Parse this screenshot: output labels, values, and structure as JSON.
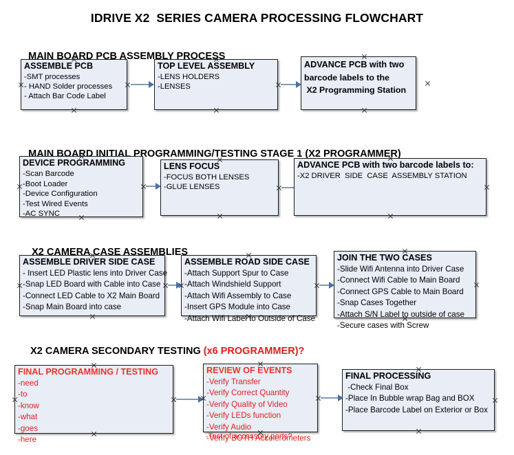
{
  "document": {
    "title": "IDRIVE X2  SERIES CAMERA PROCESSING FLOWCHART"
  },
  "colors": {
    "box_fill": "#e8edf6",
    "box_border": "#1b1b1b",
    "arrow": "#4a6fa8",
    "accent_red": "#d81f20",
    "text": "#000000"
  },
  "sections": [
    {
      "heading": "MAIN BOARD PCB ASSEMBLY PROCESS",
      "heading_accent": "",
      "boxes": [
        {
          "title": "ASSEMBLE PCB",
          "lines": [
            "-SMT processes",
            "- HAND Solder processes",
            "- Attach Bar Code Label"
          ]
        },
        {
          "title": "TOP LEVEL ASSEMBLY",
          "lines": [
            "-LENS HOLDERS",
            "-LENSES"
          ]
        },
        {
          "title": "ADVANCE PCB with two",
          "lines": [
            "barcode labels to the",
            " X2 Programming Station"
          ]
        }
      ]
    },
    {
      "heading": "MAIN BOARD INITIAL PROGRAMMING/TESTING STAGE 1 (X2 PROGRAMMER)",
      "heading_accent": "",
      "boxes": [
        {
          "title": "DEVICE PROGRAMMING",
          "lines": [
            "-Scan Barcode",
            "-Boot Loader",
            "-Device Configuration",
            "-Test Wired Events",
            "-AC SYNC"
          ]
        },
        {
          "title": "LENS FOCUS",
          "lines": [
            "-FOCUS BOTH LENSES",
            "-GLUE LENSES"
          ]
        },
        {
          "title": "ADVANCE PCB with two barcode labels to:",
          "lines": [
            "-X2 DRIVER  SIDE  CASE  ASSEMBLY STATION"
          ]
        }
      ]
    },
    {
      "heading": "X2 CAMERA CASE ASSEMBLIES",
      "heading_accent": "",
      "boxes": [
        {
          "title": "ASSEMBLE DRIVER SIDE CASE",
          "lines": [
            "- Insert LED Plastic lens into Driver Case",
            "-Snap LED Board with Cable into Case",
            "-Connect LED Cable to X2 Main Board",
            "-Snap Main Board into case"
          ]
        },
        {
          "title": "ASSEMBLE ROAD SIDE CASE",
          "lines": [
            "-Attach Support Spur to Case",
            "-Attach Windshield Support",
            "-Attach Wifi Assembly to Case",
            "-Insert GPS Module into Case",
            "-Attach Wifi Label to Outside of Case"
          ]
        },
        {
          "title": "JOIN THE TWO CASES",
          "lines": [
            "-Slide Wifi Antenna into Driver Case",
            "-Connect Wifi Cable to Main Board",
            "-Connect GPS Cable to Main Board",
            "-Snap Cases Together",
            "-Attach S/N Label to outside of case",
            "-Secure cases with Screw"
          ]
        }
      ]
    },
    {
      "heading": "X2 CAMERA SECONDARY TESTING ",
      "heading_accent": "(x6 PROGRAMMER)?",
      "boxes": [
        {
          "title": "FINAL PROGRAMMING / TESTING",
          "lines": [
            "-need",
            "-to",
            "-know",
            "-what",
            "-goes",
            "-here"
          ]
        },
        {
          "title": "REVIEW OF EVENTS",
          "lines": [
            "-Verify Transfer",
            "-Verify Correct Quantity",
            "-Verify Quality of Video",
            "-Verify LEDs function",
            "-Verify Audio",
            "-Verify BOTH Accelerometers"
          ],
          "overflow_line": "-Test of accessory ports?"
        },
        {
          "title": "FINAL PROCESSING",
          "lines": [
            " -Check Final Box",
            "-Place In Bubble wrap Bag and BOX",
            "-Place Barcode Label on Exterior or Box"
          ]
        }
      ]
    }
  ]
}
